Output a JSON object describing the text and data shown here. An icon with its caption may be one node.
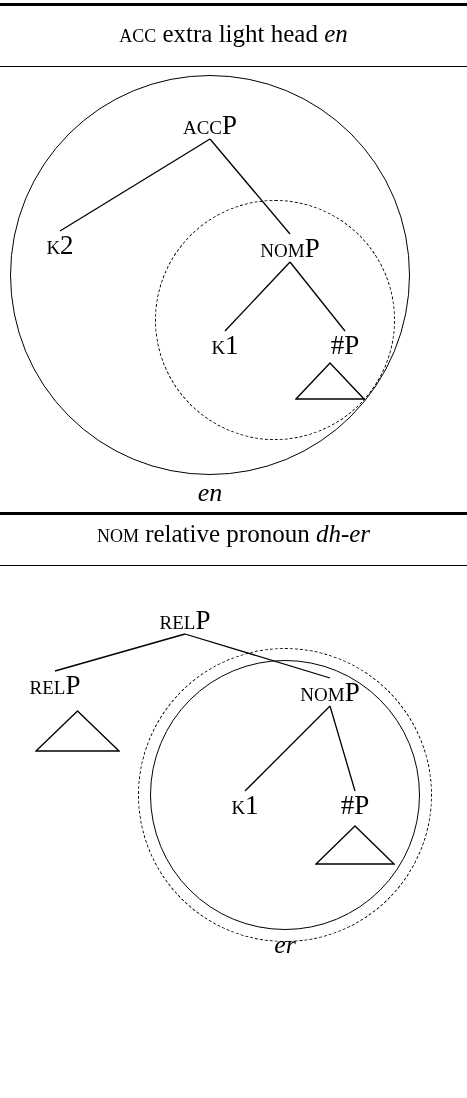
{
  "diagram": {
    "nodes": [
      {
        "text": [],
        "shape": "circle",
        "beside": [
          "en"
        ]
      },
      {
        "text": [
          "accP"
        ],
        "in": 0
      },
      {
        "text": [
          "k2"
        ],
        "in": 0
      },
      {
        "text": [],
        "shape": "circle",
        "in": 0
      },
      {
        "text": [
          "nomP"
        ],
        "in": 3
      },
      {
        "text": [
          "k1"
        ],
        "in": 3
      },
      {
        "text": [
          "#P"
        ],
        "in": 3
      },
      {
        "text": [],
        "shape": "triangle",
        "in": 3
      },
      {
        "text": [
          "relP"
        ]
      },
      {
        "text": [
          "relP"
        ]
      },
      {
        "text": [],
        "shape": "triangle"
      },
      {
        "text": [],
        "shape": "circle",
        "beside": [
          "er"
        ]
      },
      {
        "text": [],
        "shape": "circle",
        "in": 11
      },
      {
        "text": [
          "nomP"
        ],
        "in": 12
      },
      {
        "text": [
          "k1"
        ],
        "in": 12
      },
      {
        "text": [
          "#P"
        ],
        "in": 12
      },
      {
        "text": [],
        "shape": "triangle",
        "in": 12
      }
    ],
    "edges": [
      {
        "from": 1,
        "to": 2,
        "arrow": "none"
      },
      {
        "from": 1,
        "to": 4,
        "arrow": "none"
      },
      {
        "from": 4,
        "to": 5,
        "arrow": "none"
      },
      {
        "from": 4,
        "to": 6,
        "arrow": "none"
      },
      {
        "from": 8,
        "to": 9,
        "arrow": "none"
      },
      {
        "from": 8,
        "to": 13,
        "arrow": "none"
      },
      {
        "from": 13,
        "to": 14,
        "arrow": "none"
      },
      {
        "from": 13,
        "to": 15,
        "arrow": "none"
      }
    ],
    "labels": [
      "acc extra light head *en*",
      "nom relative pronoun *dh-er*"
    ]
  }
}
